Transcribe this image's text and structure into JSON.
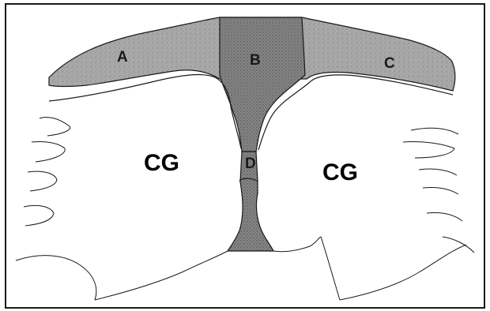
{
  "labels": {
    "region_a": "A",
    "region_b": "B",
    "region_c": "C",
    "region_d": "D",
    "left_cg": "CG",
    "right_cg": "CG"
  },
  "colors": {
    "stroke": "#1a1a1a",
    "band_fill": "#a7a7a7",
    "central_fill": "#7f7f7f",
    "background": "#ffffff"
  }
}
